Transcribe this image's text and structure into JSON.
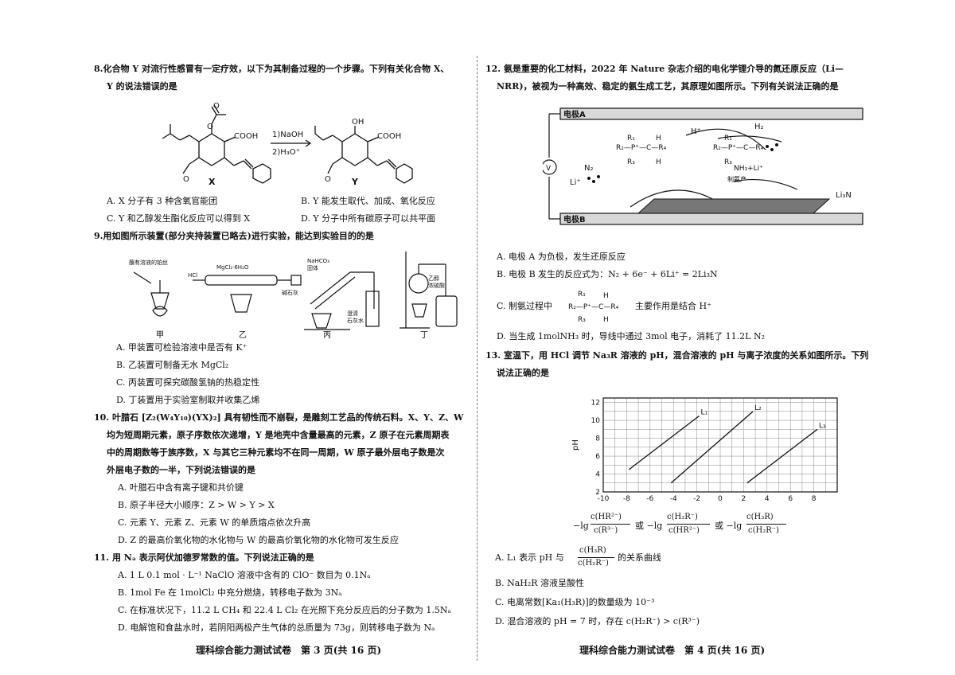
{
  "left_page": {
    "q8": {
      "stem1": "8.化合物 Y 对流行性感冒有一定疗效，以下为其制备过程的一个步骤。下列有关化合物 X、",
      "stem2": "Y 的说法错误的是",
      "arrow_step1": "1)NaOH",
      "arrow_step2": "2)H₃O⁺",
      "label_x": "X",
      "label_y": "Y",
      "options": [
        "A. X 分子有 3 种含氧官能团",
        "B. Y 能发生取代、加成、氧化反应",
        "C. Y 和乙醇发生酯化反应可以得到 X",
        "D. Y 分子中所有碳原子可以共平面"
      ]
    },
    "q9": {
      "stem": "9.用如图所示装置(部分夹持装置已略去)进行实验，能达到实验目的的是",
      "labels": {
        "jia": "甲",
        "yi": "乙",
        "bing": "丙",
        "ding": "丁"
      },
      "apparatus_text": {
        "jia_top": "蘸有溶液的铂丝",
        "yi_top": "MgCl₂·6H₂O",
        "yi_left": "HCl",
        "yi_right": "碱石灰",
        "bing_top": "NaHCO₃",
        "bing_top2": "固体",
        "bing_right": "澄清",
        "bing_right2": "石灰水",
        "ding_right": "乙醇",
        "ding_right2": "浓硫酸"
      },
      "options": [
        "A. 甲装置可检验溶液中是否有 K⁺",
        "B. 乙装置可制备无水 MgCl₂",
        "C. 丙装置可探究碳酸氢钠的热稳定性",
        "D. 丁装置用于实验室制取并收集乙烯"
      ]
    },
    "q10": {
      "lines": [
        "10. 叶腊石 [Z₂(W₄Y₁₀)(YX)₂] 具有韧性而不崩裂，是雕刻工艺品的传统石料。X、Y、Z、W",
        "均为短周期元素，原子序数依次递增，Y 是地壳中含量最高的元素，Z 原子在元素周期表",
        "中的周期数等于族序数，X 与其它三种元素均不在同一周期，W 原子最外层电子数是次",
        "外层电子数的一半，下列说法错误的是"
      ],
      "options": [
        "A. 叶腊石中含有离子键和共价键",
        "B. 原子半径大小顺序：Z > W > Y > X",
        "C. 元素 Y、元素 Z、元素 W 的单质熔点依次升高",
        "D. Z 的最高价氧化物的水化物与 W 的最高价氧化物的水化物可发生反应"
      ]
    },
    "q11": {
      "stem": "11. 用 Nₐ 表示阿伏加德罗常数的值。下列说法正确的是",
      "options": [
        "A. 1 L 0.1 mol · L⁻¹ NaClO 溶液中含有的 ClO⁻ 数目为 0.1Nₐ",
        "B. 1mol Fe 在 1molCl₂ 中充分燃烧，转移电子数为 3Nₐ",
        "C. 在标准状况下，11.2 L CH₄ 和 22.4 L Cl₂ 在光照下充分反应后的分子数为 1.5Nₐ",
        "D. 电解饱和食盐水时，若阴阳两极产生气体的总质量为 73g，则转移电子数为 Nₐ"
      ]
    },
    "footer": "理科综合能力测试试卷　第 3 页(共 16 页)"
  },
  "right_page": {
    "q12": {
      "stem1": "12. 氨是重要的化工材料，2022 年 Nature 杂志介绍的电化学锂介导的氮还原反应（Li—",
      "stem2": "NRR)，被视为一种高效、稳定的氨生成工艺，其原理如图所示。下列有关说法正确的是",
      "electrode_a": "电极A",
      "electrode_b": "电极B",
      "voltmeter": "V",
      "labels": {
        "h_plus": "H⁺",
        "h2": "H₂",
        "li_plus": "Li⁺",
        "n2": "N₂",
        "li3n": "Li₃N",
        "nh3": "NH₃+Li⁺",
        "product_note": "制氨产"
      },
      "options": [
        "A. 电极 A 为负极，发生还原反应",
        "B. 电极 B 发生的反应式为：N₂ + 6e⁻ + 6Li⁺ = 2Li₃N",
        "C. 制氨过程中",
        "主要作用是结合 H⁺",
        "D. 当生成 1molNH₃ 时，导线中通过 3mol 电子，消耗了 11.2L N₂"
      ]
    },
    "q13": {
      "stem1": "13. 室温下，用 HCl 调节 Na₃R 溶液的 pH，混合溶液的 pH 与离子浓度的关系如图所示。下列",
      "stem2": "说法正确的是",
      "xlabel_1": "−lg",
      "xlabel_2": "或 −lg",
      "xlabel_3": "或 −lg",
      "frac1_num": "c(HR²⁻)",
      "frac1_den": "c(R³⁻)",
      "frac2_num": "c(H₂R⁻)",
      "frac2_den": "c(HR²⁻)",
      "frac3_num": "c(H₃R)",
      "frac3_den": "c(H₂R⁻)",
      "options_a_pre": "A. L₁ 表示 pH 与",
      "options_a_num": "c(H₃R)",
      "options_a_den": "c(H₂R⁻)",
      "options_a_post": "的关系曲线",
      "option_b": "B. NaH₂R 溶液呈酸性",
      "option_c": "C. 电离常数[Ka₁(H₃R)]的数量级为 10⁻³",
      "option_d": "D. 混合溶液的 pH = 7 时，存在 c(H₂R⁻) > c(R³⁻)"
    },
    "footer": "理科综合能力测试试卷　第 4 页(共 16 页)"
  },
  "chart_data": {
    "type": "line",
    "title": "",
    "xlabel": "−lg c(HR²⁻)/c(R³⁻) 或 −lg c(H₂R⁻)/c(HR²⁻) 或 −lg c(H₃R)/c(H₂R⁻)",
    "ylabel": "pH",
    "xlim": [
      -10,
      10
    ],
    "ylim": [
      2,
      12.5
    ],
    "xticks": [
      -10,
      -8,
      -6,
      -4,
      -2,
      0,
      2,
      4,
      6,
      8
    ],
    "yticks": [
      2,
      4,
      6,
      8,
      10,
      12
    ],
    "grid": true,
    "series": [
      {
        "name": "L₁",
        "x": [
          -7.8,
          -1.8
        ],
        "y": [
          4.5,
          10.5
        ]
      },
      {
        "name": "L₂",
        "x": [
          -4.2,
          2.8
        ],
        "y": [
          3.0,
          11.0
        ]
      },
      {
        "name": "L₃",
        "x": [
          2.3,
          8.3
        ],
        "y": [
          3.0,
          9.0
        ]
      }
    ]
  }
}
